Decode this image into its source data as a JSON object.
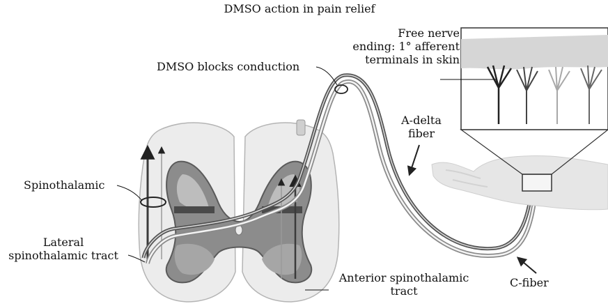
{
  "title": "DMSO action in pain relief",
  "labels": {
    "free_nerve_1": "Free nerve",
    "free_nerve_2": "ending: 1° afferent",
    "free_nerve_3": "terminals in skin",
    "dmso_blocks": "DMSO blocks conduction",
    "a_delta_1": "A-delta",
    "a_delta_2": "fiber",
    "spinothalamic": "Spinothalamic",
    "lateral_1": "Lateral",
    "lateral_2": "spinothalamic tract",
    "anterior_1": "Anterior spinothalamic",
    "anterior_2": "tract",
    "c_fiber": "C-fiber"
  }
}
